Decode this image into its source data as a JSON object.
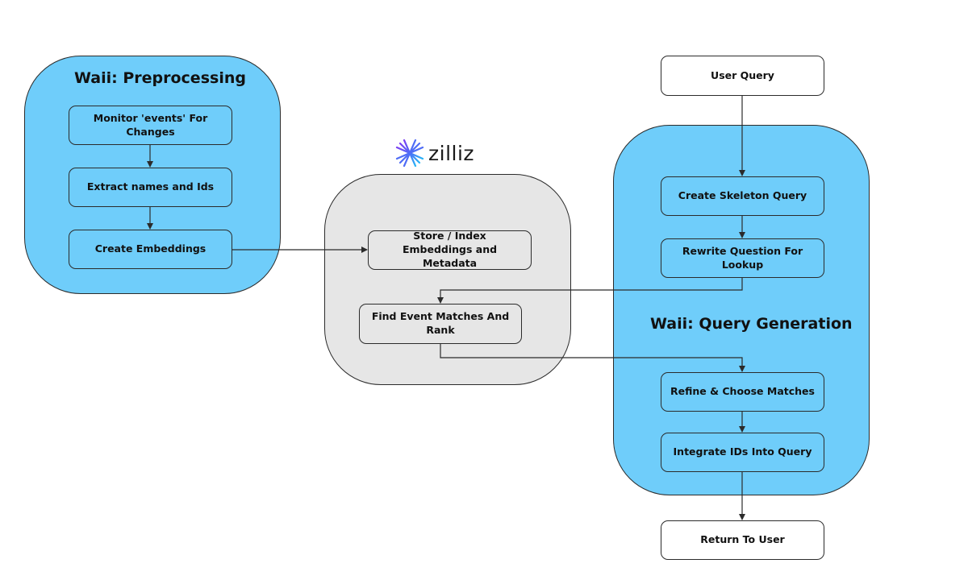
{
  "logo": {
    "text": "zilliz",
    "icon": "zilliz-star-icon"
  },
  "groups": {
    "preprocessing": {
      "title": "Waii: Preprocessing"
    },
    "zilliz": {
      "title": ""
    },
    "query_generation": {
      "title": "Waii: Query Generation"
    }
  },
  "nodes": {
    "monitor": "Monitor 'events' For  Changes",
    "extract": "Extract names and Ids",
    "embeddings": "Create Embeddings",
    "store": "Store / Index Embeddings and Metadata",
    "find": "Find Event Matches And Rank",
    "user_query": "User Query",
    "skeleton": "Create Skeleton Query",
    "rewrite": "Rewrite Question For Lookup",
    "refine": "Refine & Choose Matches",
    "integrate": "Integrate IDs Into Query",
    "return": "Return To User"
  },
  "colors": {
    "group_blue": "#6fcdfa",
    "group_grey": "#e6e6e6",
    "line": "#2b2b2b"
  }
}
